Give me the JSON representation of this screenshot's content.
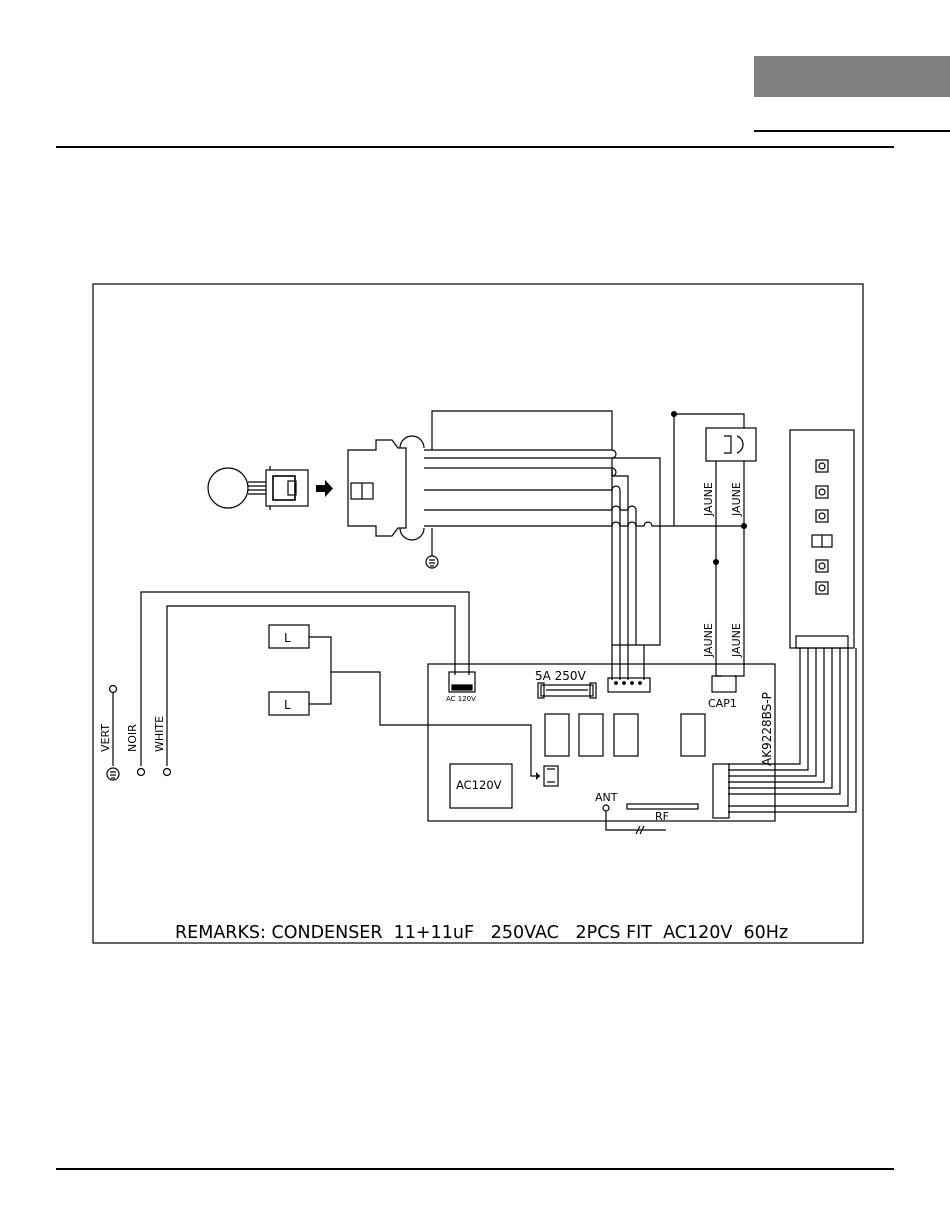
{
  "header": {
    "section_tab": ""
  },
  "diagram": {
    "wire_labels": {
      "vert": "VERT",
      "noir": "NOIR",
      "white": "WHITE",
      "jaune_upper_left": "JAUNE",
      "jaune_upper_right": "JAUNE",
      "jaune_lower_left": "JAUNE",
      "jaune_lower_right": "JAUNE"
    },
    "component_labels": {
      "lamp_1": "L",
      "lamp_2": "L",
      "fuse": "5A 250V",
      "power_connector": "AC 120V",
      "transformer": "AC120V",
      "capacitor_connector": "CAP1",
      "antenna": "ANT",
      "rf_module": "RF",
      "board_model": "AK9228BS-P"
    },
    "remarks": "REMARKS: CONDENSER  11+11uF   250VAC   2PCS FIT  AC120V  60Hz"
  }
}
